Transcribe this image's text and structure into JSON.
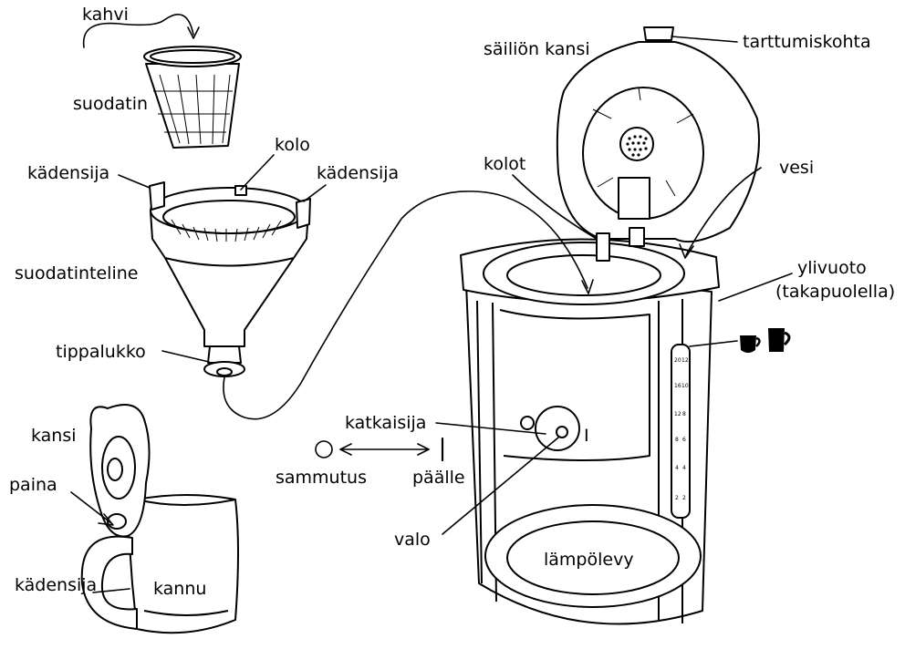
{
  "labels": {
    "kahvi": "kahvi",
    "suodatin": "suodatin",
    "kolo": "kolo",
    "kadensija_left": "kädensija",
    "kadensija_right": "kädensija",
    "suodatinteline": "suodatinteline",
    "tippalukko": "tippalukko",
    "kansi": "kansi",
    "paina": "paina",
    "kadensija_jug": "kädensija",
    "kannu": "kannu",
    "sailion_kansi": "säiliön kansi",
    "tarttumiskohta": "tarttumiskohta",
    "kolot": "kolot",
    "vesi": "vesi",
    "ylivuoto_1": "ylivuoto",
    "ylivuoto_2": "(takapuolella)",
    "katkaisija": "katkaisija",
    "sammutus": "sammutus",
    "paalle": "päälle",
    "valo": "valo",
    "lampolevy": "lämpölevy",
    "switch_mark": "I"
  },
  "water_scale": {
    "left": [
      "20",
      "16",
      "12",
      "8",
      "4",
      "2"
    ],
    "right": [
      "12",
      "10",
      "8",
      "6",
      "4",
      "2"
    ]
  },
  "icons": [
    "small-cup-icon",
    "large-mug-icon",
    "off-circle-icon",
    "on-bar-icon"
  ]
}
